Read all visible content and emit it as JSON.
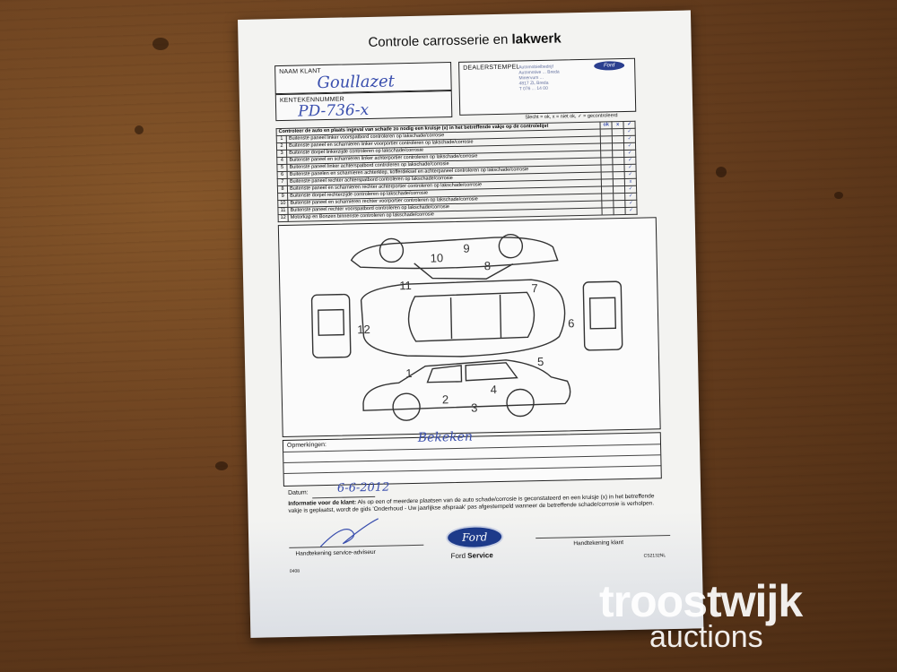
{
  "form": {
    "title_plain": "Controle carrosserie en ",
    "title_bold": "lakwerk",
    "customer_name_label": "NAAM KLANT",
    "customer_name_value": "Goullazet",
    "license_plate_label": "KENTEKENNUMMER",
    "license_plate_value": "PD-736-x",
    "dealer_stamp_label": "DEALERSTEMPEL",
    "dealer_stamp_lines": [
      "Automobielbedrijf",
      "Automotive ... Breda",
      "Minervum ...",
      "4817 ZL Breda",
      "T 076 ... 14 00"
    ],
    "dealer_logo": "Ford",
    "legend_text": "Slecht = ok,   x = niet ok,   ✓ = gecontroleerd",
    "table_header": "Controleer de auto en plaats ingeval van schade zo nodig een kruisje (x) in het betreffende vakje op de controlelijst",
    "table_header_ok": "ok",
    "table_header_x": "x",
    "table_header_check": "✓",
    "rows": [
      {
        "n": "1",
        "text": "Buitenste paneel linker voorspatbord controleren op lakschade/corrosie",
        "mark": "✓"
      },
      {
        "n": "2",
        "text": "Buitenste paneel en scharnieren linker voorportier controleren op lakschade/corrosie",
        "mark": "✓"
      },
      {
        "n": "3",
        "text": "Buitenste dorpel linkerzijde controleren op lakschade/corrosie",
        "mark": "✓"
      },
      {
        "n": "4",
        "text": "Buitenste paneel en scharnieren linker achterportier controleren op lakschade/corrosie",
        "mark": "✓"
      },
      {
        "n": "5",
        "text": "Buitenste paneel linker achterspatbord controleren op lakschade/corrosie",
        "mark": "✓"
      },
      {
        "n": "6",
        "text": "Buitenste panelen en scharnieren achterklep, kofferdeksel en achterpaneel controleren op lakschade/corrosie",
        "mark": "✓"
      },
      {
        "n": "7",
        "text": "Buitenste paneel rechter achterspatbord controleren op lakschade/corrosie",
        "mark": "✓"
      },
      {
        "n": "8",
        "text": "Buitenste paneel en scharnieren rechter achterportier controleren op lakschade/corrosie",
        "mark": "x"
      },
      {
        "n": "9",
        "text": "Buitenste dorpel rechterzijde controleren op lakschade/corrosie",
        "mark": "✓"
      },
      {
        "n": "10",
        "text": "Buitenste paneel en scharnieren rechter voorportier controleren op lakschade/corrosie",
        "mark": "✓"
      },
      {
        "n": "11",
        "text": "Buitenste paneel rechter voorspatbord controleren op lakschade/corrosie",
        "mark": "✓"
      },
      {
        "n": "12",
        "text": "Motorkap en Bonzen binnenste controleren op lakschade/corrosie",
        "mark": "✓"
      }
    ],
    "diagram_numbers": [
      "1",
      "2",
      "3",
      "4",
      "5",
      "6",
      "7",
      "8",
      "9",
      "10",
      "11",
      "12"
    ],
    "remarks_label": "Opmerkingen:",
    "remarks_value": "Bekeken",
    "date_label": "Datum:",
    "date_value": "6-6-2012",
    "info_bold": "Informatie voor de klant:",
    "info_text": " Als op een of meerdere plaatsen van de auto schade/corrosie is geconstateerd en een kruisje (x) in het betreffende vakje is geplaatst, wordt de gids 'Onderhoud - Uw jaarlijkse afspraak' pas afgestempeld wanneer de betreffende schade/corrosie is verholpen.",
    "sig_advisor_label": "Handtekening service-adviseur",
    "sig_customer_label": "Handtekening klant",
    "ford_logo": "Ford",
    "ford_service_plain": "Ford ",
    "ford_service_bold": "Service",
    "form_code_left": "0408",
    "form_code_right": "CS2132NL"
  },
  "watermark": {
    "line1": "troostwijk",
    "line2": "auctions"
  },
  "colors": {
    "wood": "#6b4120",
    "paper": "#f3f3f1",
    "ink_blue": "#3a4fae",
    "ford_blue": "#1d3a8a",
    "watermark": "#ffffff"
  }
}
